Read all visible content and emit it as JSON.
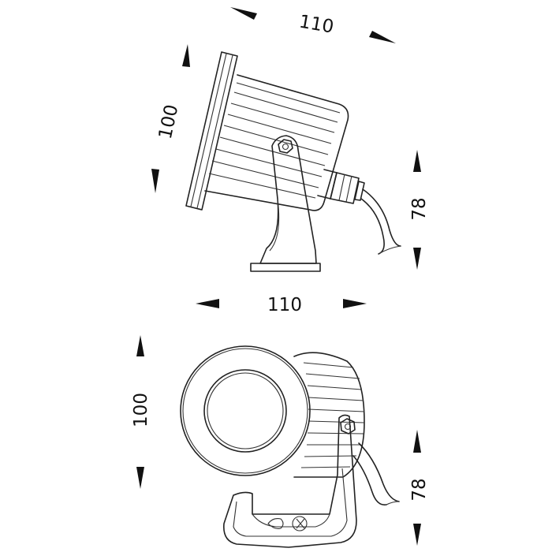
{
  "top_view": {
    "width_label": "110",
    "height_label": "100",
    "mount_label": "78"
  },
  "bottom_view": {
    "width_label": "110",
    "height_label": "100",
    "mount_label": "78"
  },
  "colors": {
    "line": "#222222",
    "background": "#ffffff"
  }
}
